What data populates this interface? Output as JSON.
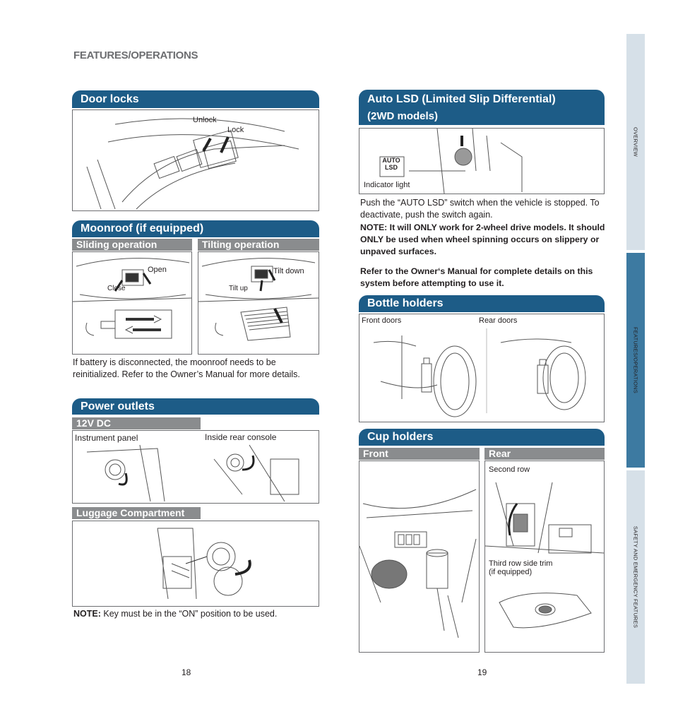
{
  "header": {
    "title": "FEATURES/OPERATIONS"
  },
  "side_tabs": [
    {
      "label": "OVERVIEW",
      "active": false
    },
    {
      "label": "FEATURES/OPERATIONS",
      "active": true
    },
    {
      "label": "SAFETY AND EMERGENCY FEATURES",
      "active": false
    }
  ],
  "colors": {
    "section_bar": "#1d5c87",
    "sub_bar": "#8a8c8e",
    "tab_inactive": "#d6e0e8",
    "tab_active": "#3d7aa1"
  },
  "door_locks": {
    "title": "Door locks",
    "labels": {
      "unlock": "Unlock",
      "lock": "Lock"
    }
  },
  "moonroof": {
    "title": "Moonroof (if equipped)",
    "sliding": {
      "title": "Sliding operation",
      "open": "Open",
      "close": "Close"
    },
    "tilting": {
      "title": "Tilting operation",
      "tilt_down": "Tilt down",
      "tilt_up": "Tilt up"
    },
    "note": "If battery is disconnected, the moonroof needs to be reinitialized. Refer to the Owner’s Manual for more details."
  },
  "power_outlets": {
    "title": "Power outlets",
    "sub_12v": "12V DC",
    "instrument_panel": "Instrument panel",
    "inside_rear_console": "Inside rear console",
    "luggage": "Luggage Compartment",
    "note_label": "NOTE:",
    "note_text": "Key must be in the “ON” position to be used."
  },
  "auto_lsd": {
    "title_line1": "Auto LSD (Limited Slip Differential)",
    "title_line2": "(2WD models)",
    "indicator_top": "AUTO",
    "indicator_bottom": "LSD",
    "indicator_label": "Indicator light",
    "para1": "Push the “AUTO LSD” switch when the vehicle is stopped. To deactivate, push the switch again.",
    "note_bold": "NOTE: It will ONLY work for 2-wheel drive models. It should ONLY be used when wheel spinning occurs on slippery or unpaved surfaces.",
    "refer_bold": "Refer to the Owner‘s Manual for complete details on this system before attempting to use it."
  },
  "bottle_holders": {
    "title": "Bottle holders",
    "front": "Front doors",
    "rear": "Rear doors"
  },
  "cup_holders": {
    "title": "Cup holders",
    "front": "Front",
    "rear": "Rear",
    "second_row": "Second row",
    "third_row_line1": "Third row side trim",
    "third_row_line2": "(if equipped)"
  },
  "page_numbers": {
    "left": "18",
    "right": "19"
  }
}
